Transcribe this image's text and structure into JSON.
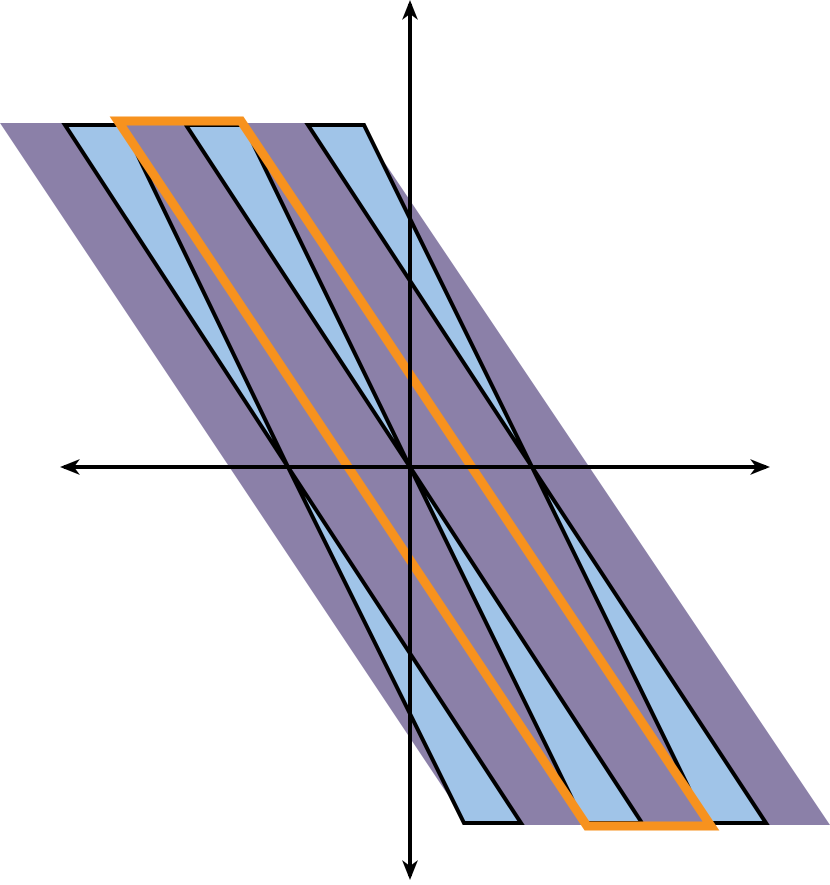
{
  "figure": {
    "description_free": true,
    "colors": {
      "parallelogram_fill": "#8b80a8",
      "triangle_fill": "#a0c4e8",
      "outline": "#000000",
      "highlight_stroke": "#f7921e",
      "axis": "#000000",
      "background": "#ffffff"
    },
    "shapes": {
      "background_parallelogram": true,
      "top_triangles": 3,
      "bottom_triangles": 3,
      "highlighted_region": "orange-parallelogram"
    },
    "axes": {
      "horizontal": "double-arrow",
      "vertical": "double-arrow",
      "tick_labels": false
    }
  }
}
